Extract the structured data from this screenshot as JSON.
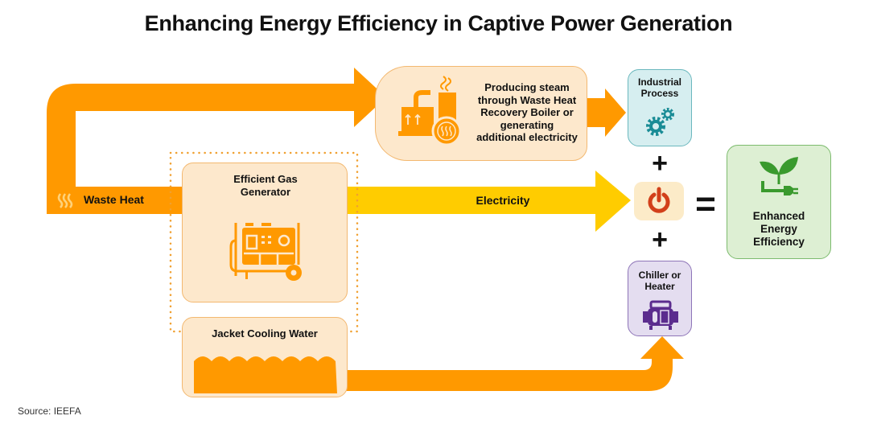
{
  "title": "Enhancing Energy Efficiency in Captive Power Generation",
  "nodes": {
    "waste_heat": {
      "label": "Waste Heat",
      "icon": "heat-waves-icon"
    },
    "generator": {
      "label": "Efficient Gas Generator",
      "icon": "generator-icon"
    },
    "jacket_water": {
      "label": "Jacket Cooling Water",
      "icon": "water-waves-icon"
    },
    "steam": {
      "label": "Producing steam through Waste Heat Recovery Boiler or generating additional electricity",
      "icon": "boiler-icon"
    },
    "industrial": {
      "label": "Industrial Process",
      "icon": "gears-icon"
    },
    "power": {
      "icon": "power-icon"
    },
    "chiller": {
      "label": "Chiller or Heater",
      "icon": "chiller-icon"
    },
    "result": {
      "label": "Enhanced Energy Efficiency",
      "icon": "plant-plug-icon"
    }
  },
  "flows": {
    "electricity": "Electricity"
  },
  "operators": {
    "plus": "+",
    "equals": "="
  },
  "source": "Source: IEEFA",
  "colors": {
    "orange": "#FF9900",
    "yellow": "#FFCC00",
    "cream": "#FDE8CC",
    "teal_bg": "#D6EEF0",
    "teal": "#1A8C96",
    "green_bg": "#DDEFD3",
    "green": "#3A9A2E",
    "purple_bg": "#E4DDF0",
    "purple": "#5B2C8E",
    "power_red": "#D2401A"
  }
}
